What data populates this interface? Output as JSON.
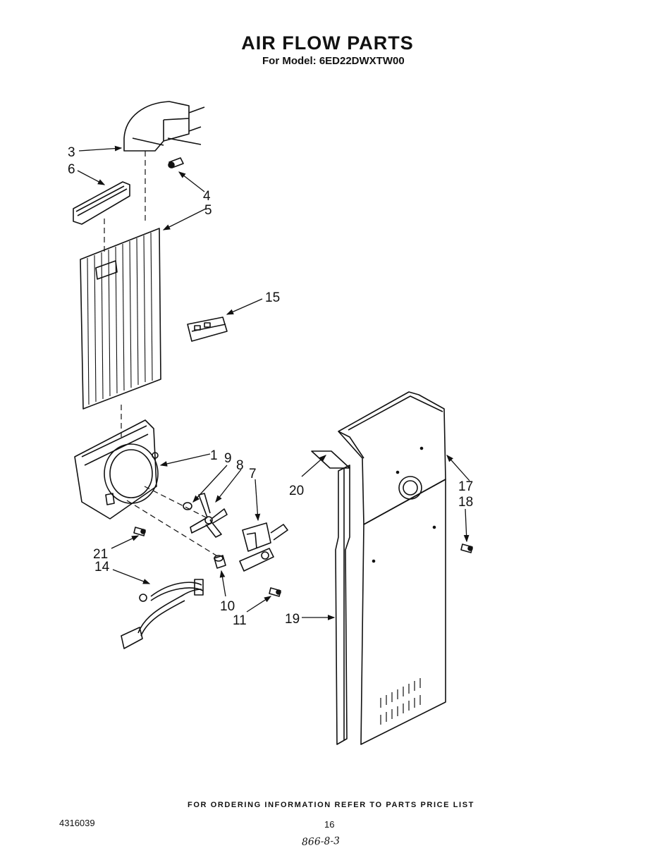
{
  "header": {
    "title": "AIR FLOW PARTS",
    "model_line": "For Model: 6ED22DWXTW00"
  },
  "callouts": {
    "c1": "1",
    "c3": "3",
    "c4": "4",
    "c5": "5",
    "c6": "6",
    "c7": "7",
    "c8": "8",
    "c9": "9",
    "c10": "10",
    "c11": "11",
    "c14": "14",
    "c15": "15",
    "c17": "17",
    "c18": "18",
    "c19": "19",
    "c20": "20",
    "c21": "21"
  },
  "footer": {
    "ordering_note": "FOR ORDERING INFORMATION REFER TO PARTS PRICE LIST",
    "document_number": "4316039",
    "page_number": "16",
    "handwritten_note": "866-8-3"
  }
}
